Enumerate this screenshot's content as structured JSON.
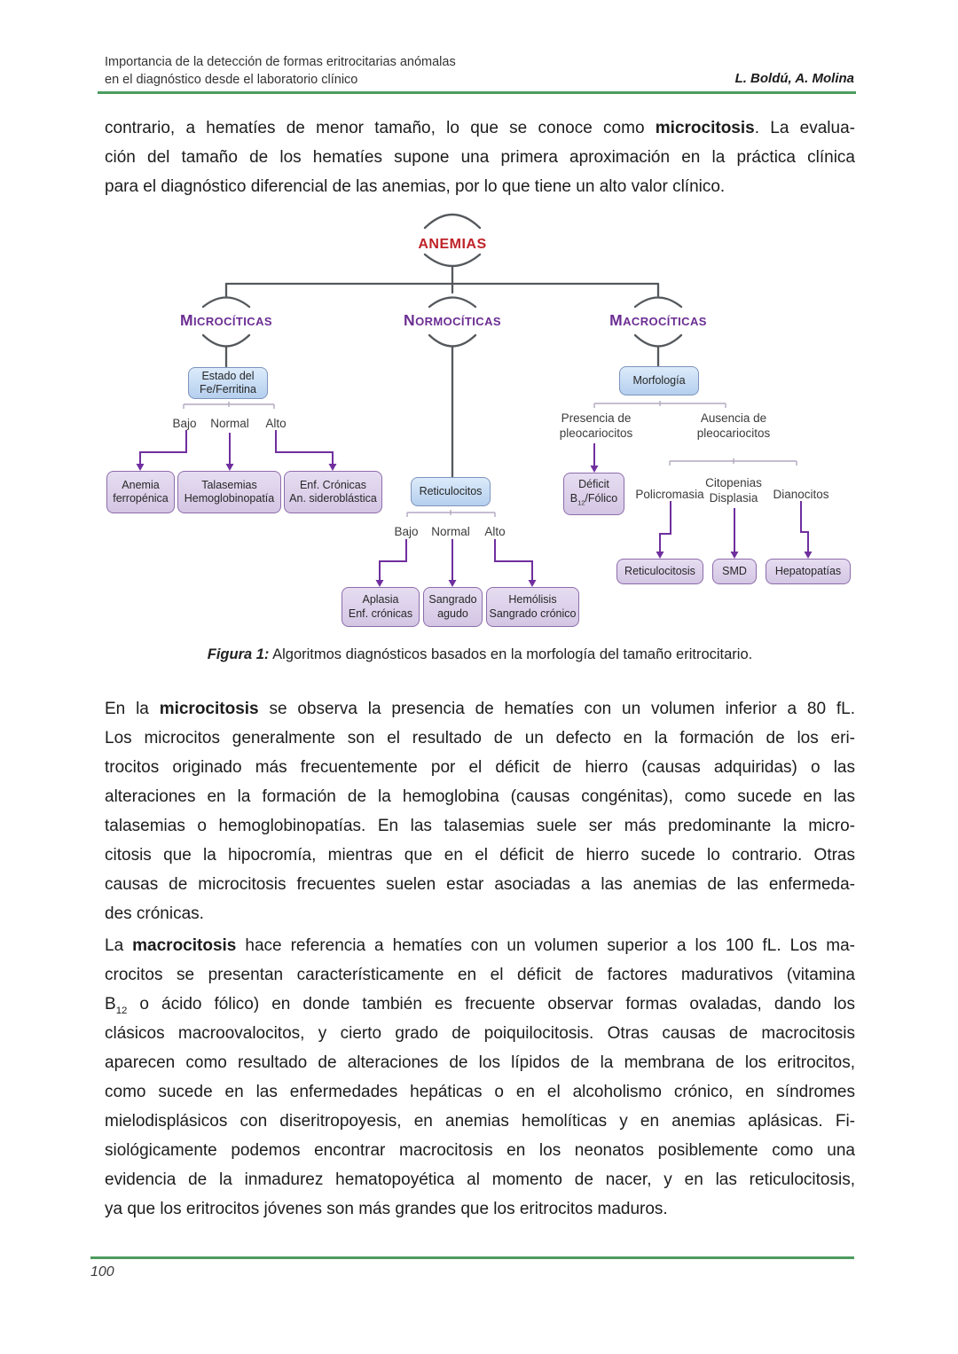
{
  "header": {
    "title_line1": "Importancia de la detección de formas eritrocitarias anómalas",
    "title_line2": "en el diagnóstico desde el laboratorio clínico",
    "authors": "L. Boldú, A. Molina"
  },
  "intro": {
    "lines": [
      "contrario, a hematíes de menor tamaño, lo que se conoce como **microcitosis**. La evalua-",
      "ción del tamaño de los hematíes supone una primera aproximación en la práctica clínica",
      "para el diagnóstico diferencial de las anemias, por lo que tiene un alto valor clínico."
    ]
  },
  "diagram": {
    "root": "ANEMIAS",
    "branches": [
      "MICROCÍTICAS",
      "NORMOCÍTICAS",
      "MACROCÍTICAS"
    ],
    "estado_box": "Estado del\nFe/Ferritina",
    "levels_micro": [
      "Bajo",
      "Normal",
      "Alto"
    ],
    "outcomes_micro": [
      "Anemia\nferropénica",
      "Talasemias\nHemoglobinopatía",
      "Enf. Crónicas\nAn. sideroblástica"
    ],
    "reticulocitos_box": "Reticulocitos",
    "levels_normo": [
      "Bajo",
      "Normal",
      "Alto"
    ],
    "outcomes_normo": [
      "Aplasia\nEnf. crónicas",
      "Sangrado\nagudo",
      "Hemólisis\nSangrado crónico"
    ],
    "morfologia_box": "Morfología",
    "presencia_label": "Presencia de\npleocariocitos",
    "ausencia_label": "Ausencia de\npleocariocitos",
    "deficit_box": "Déficit\nB~12~/Fólico",
    "macro_criteria": [
      "Policromasia",
      "Citopenias\nDisplasia",
      "Dianocitos"
    ],
    "outcomes_macro": [
      "Reticulocitosis",
      "SMD",
      "Hepatopatías"
    ]
  },
  "figure_caption": {
    "label": "Figura 1:",
    "text": " Algoritmos diagnósticos basados en la morfología del tamaño eritrocitario."
  },
  "para_micro": {
    "lines": [
      "En la **microcitosis** se observa la presencia de hematíes con un volumen inferior a 80 fL.",
      "Los microcitos generalmente son el resultado de un defecto en la formación de los eri-",
      "trocitos originado más frecuentemente por el déficit de hierro (causas adquiridas) o las",
      "alteraciones en la formación de la hemoglobina (causas congénitas), como sucede en las",
      "talasemias o hemoglobinopatías. En las talasemias suele ser más predominante la micro-",
      "citosis que la hipocromía, mientras que en el déficit de hierro sucede lo contrario. Otras",
      "causas de microcitosis frecuentes suelen estar asociadas a las anemias de las enfermeda-",
      "des crónicas."
    ]
  },
  "para_macro": {
    "lines": [
      "La **macrocitosis** hace referencia a hematíes con un volumen superior a los 100 fL. Los ma-",
      "crocitos se presentan característicamente en el déficit de factores madurativos (vitamina",
      "B~12~ o ácido fólico) en donde también es frecuente observar formas ovaladas, dando los",
      "clásicos macroovalocitos, y cierto grado de poiquilocitosis. Otras causas de macrocitosis",
      "aparecen como resultado de alteraciones de los lípidos de la membrana de los eritrocitos,",
      "como sucede en las enfermedades hepáticas o en el alcoholismo crónico, en síndromes",
      "mielodisplásicos con diseritropoyesis, en anemias hemolíticas y en anemias aplásicas. Fi-",
      "siológicamente podemos encontrar macrocitosis en los neonatos posiblemente como una",
      "evidencia de la inmadurez hematopoyética al momento de nacer, y en las reticulocitosis,",
      "ya que los eritrocitos jóvenes son más grandes que los eritrocitos maduros."
    ]
  },
  "footer": {
    "page_number": "100"
  },
  "colors": {
    "accent_green": "#4d9c5e",
    "root_red": "#bf2228",
    "heading_purple": "#6b2d92",
    "arrow_purple": "#6f2f9f",
    "blue_box_fill": "#c8dcf4",
    "blue_box_border": "#7d94bd",
    "purple_box_fill": "#ddd2ea",
    "purple_box_border": "#8d6cab"
  }
}
